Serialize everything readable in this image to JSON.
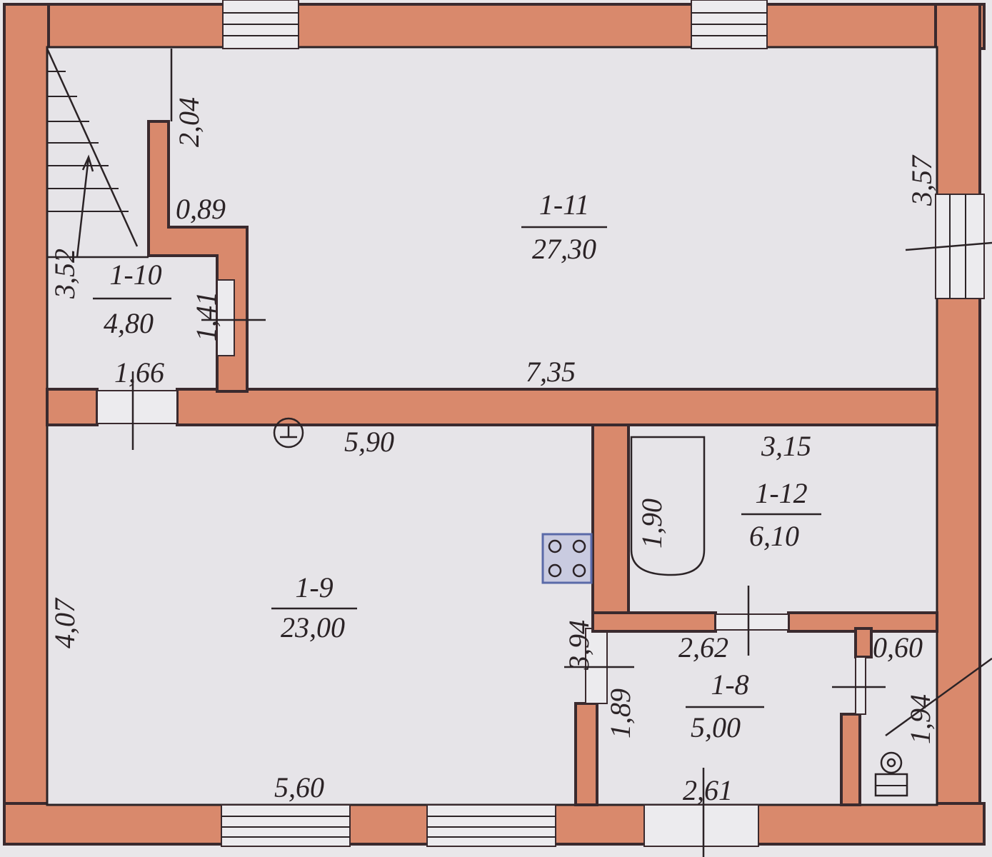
{
  "rooms": [
    {
      "id": "1-11",
      "area": "27,30"
    },
    {
      "id": "1-10",
      "area": "4,80"
    },
    {
      "id": "1-9",
      "area": "23,00"
    },
    {
      "id": "1-12",
      "area": "6,10"
    },
    {
      "id": "1-8",
      "area": "5,00"
    }
  ],
  "dimensions": {
    "d_204": "2,04",
    "d_089": "0,89",
    "d_352": "3,52",
    "d_141": "1,41",
    "d_166": "1,66",
    "d_735": "7,35",
    "d_357": "3,57",
    "d_590": "5,90",
    "d_315": "3,15",
    "d_190": "1,90",
    "d_407": "4,07",
    "d_394": "3,94",
    "d_262": "2,62",
    "d_060": "0,60",
    "d_189": "1,89",
    "d_194": "1,94",
    "d_560": "5,60",
    "d_261": "2,61"
  },
  "colors": {
    "wall": "#d9896c",
    "floor": "#e6e4e8",
    "line": "#2b2326",
    "stove": "#5a6aa8"
  }
}
